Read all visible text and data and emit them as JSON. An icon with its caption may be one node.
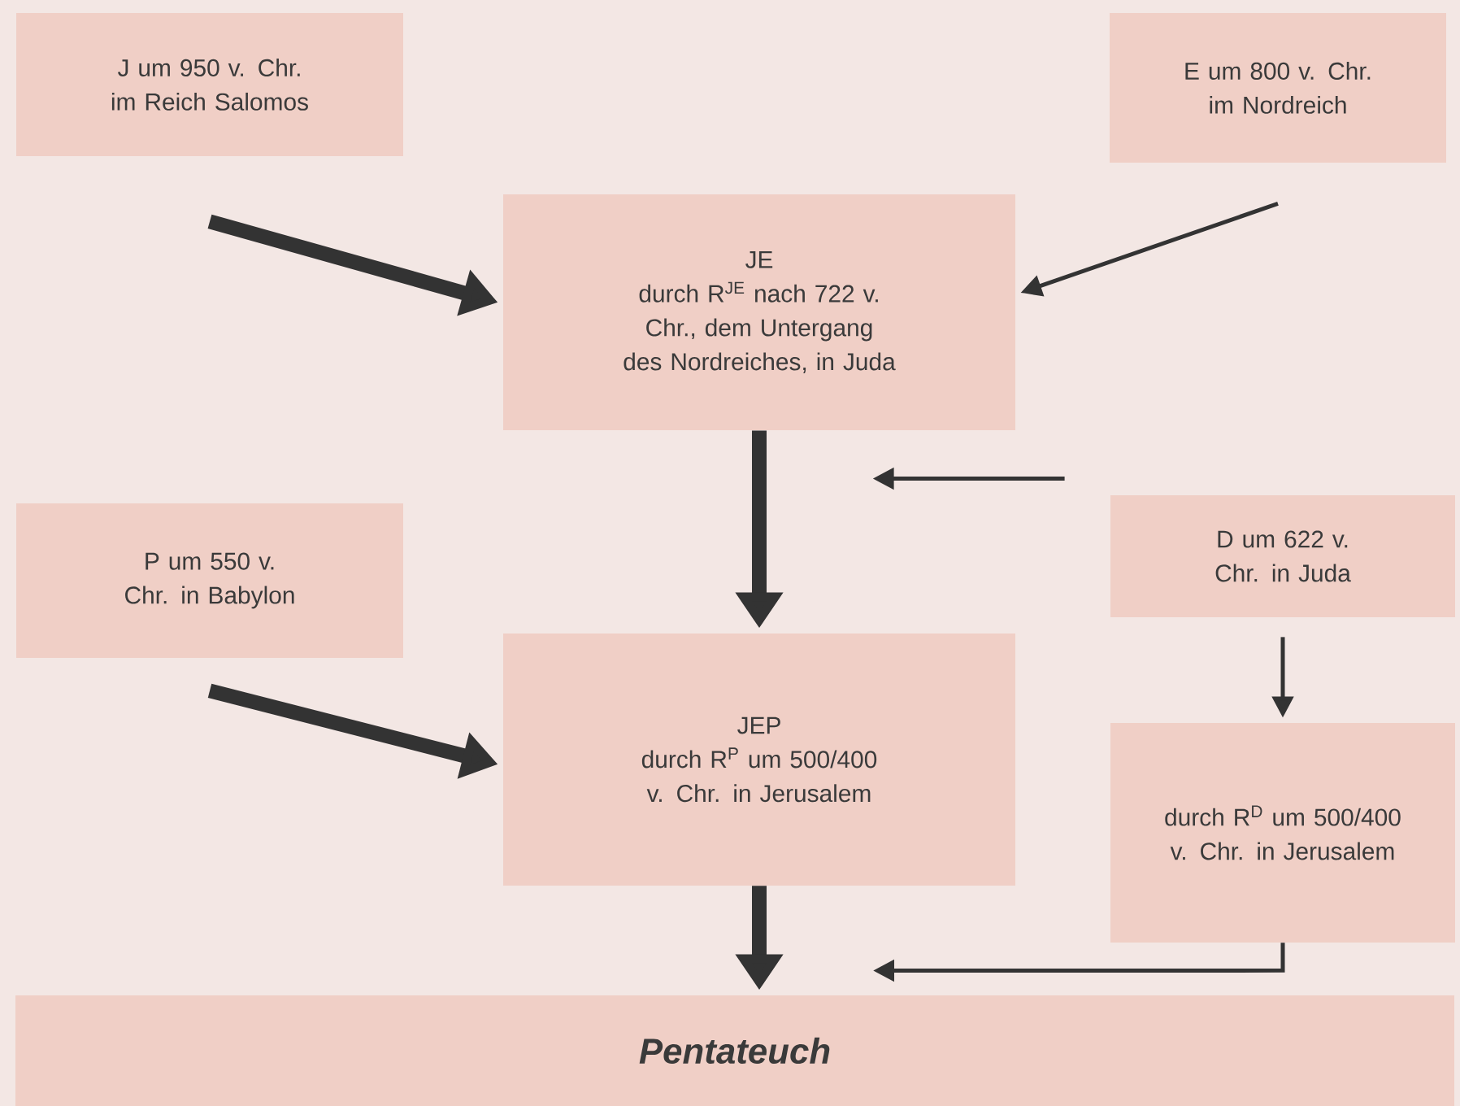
{
  "diagram": {
    "nodes": [
      {
        "text": [
          "J um 950 v. Chr. im Reich Salomos"
        ]
      },
      {
        "text": [
          "E um 800 v. Chr. im Nordreich"
        ]
      },
      {
        "text": [
          "JE",
          "durch R$^{JE}$ nach 722 v. Chr., dem Untergang des Nordreiches, in Juda"
        ]
      },
      {
        "text": [
          "D um 622 v. Chr. in Juda"
        ]
      },
      {
        "text": [
          "P um 550 v. Chr. in Babylon"
        ]
      },
      {
        "text": [
          "JEP",
          "durch R$^{P}$ um 500/400 v. Chr. in Jerusalem"
        ]
      },
      {
        "text": [
          "durch R$^{D}$ um 500/400 v. Chr. in Jerusalem"
        ]
      },
      {
        "text": [
          "Pentateuch"
        ]
      }
    ],
    "edges": [
      {
        "from": 0,
        "to": 2,
        "arrow": "to",
        "style": "thick"
      },
      {
        "from": 1,
        "to": 2,
        "arrow": "to"
      },
      {
        "from": 2,
        "to": 5,
        "arrow": "to",
        "style": "thick"
      },
      {
        "from": 3,
        "to": null,
        "arrow": "to"
      },
      {
        "from": 4,
        "to": 5,
        "arrow": "to",
        "style": "thick"
      },
      {
        "from": 3,
        "to": 6,
        "arrow": "to"
      },
      {
        "from": 5,
        "to": 7,
        "arrow": "to",
        "style": "thick"
      },
      {
        "from": 6,
        "to": 7,
        "arrow": "to"
      }
    ]
  }
}
